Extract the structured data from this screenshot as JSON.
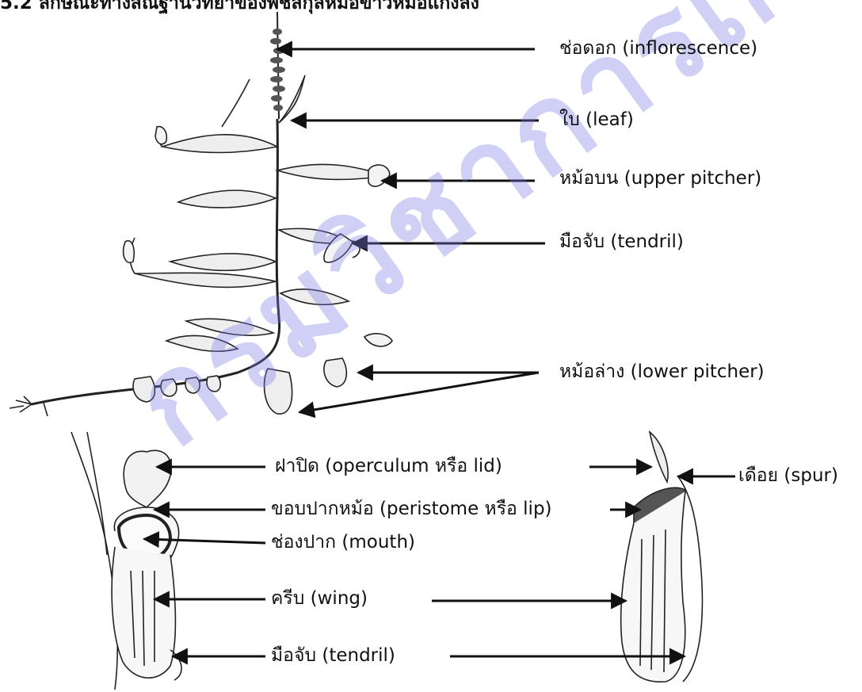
{
  "heading": "5.2 ลักษณะทางสัณฐานวิทยาของพืชสกุลหม้อข้าวหม้อแกงลิง",
  "watermark": "กรมวิชาการเกษตร",
  "labels": {
    "inflorescence": "ช่อดอก (inflorescence)",
    "leaf": "ใบ (leaf)",
    "upper_pitcher": "หม้อบน (upper pitcher)",
    "tendril_top": "มือจับ (tendril)",
    "lower_pitcher": "หม้อล่าง (lower pitcher)",
    "lid": "ฝาปิด (operculum หรือ lid)",
    "spur": "เดือย (spur)",
    "peristome": "ขอบปากหม้อ (peristome หรือ lip)",
    "mouth": "ช่องปาก (mouth)",
    "wing": "ครีบ (wing)",
    "tendril_bottom": "มือจับ (tendril)"
  },
  "colors": {
    "ink": "#111111",
    "watermark": "#7b7be6"
  }
}
